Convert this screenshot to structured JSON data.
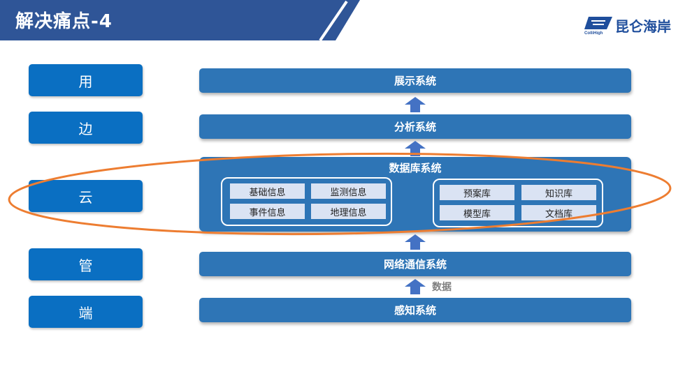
{
  "header": {
    "title": "解决痛点-4"
  },
  "logo": {
    "text": "昆仑海岸",
    "sub": "ColliHigh"
  },
  "layers": [
    "用",
    "边",
    "云",
    "管",
    "端"
  ],
  "systems": {
    "display": "展示系统",
    "analysis": "分析系统",
    "database": "数据库系统",
    "network": "网络通信系统",
    "perception": "感知系统"
  },
  "db_left": [
    "基础信息",
    "监测信息",
    "事件信息",
    "地理信息"
  ],
  "db_right": [
    "预案库",
    "知识库",
    "模型库",
    "文档库"
  ],
  "data_label": "数据",
  "colors": {
    "header": "#2f5597",
    "box": "#2e75b6",
    "highlight": "#ed7d31"
  }
}
